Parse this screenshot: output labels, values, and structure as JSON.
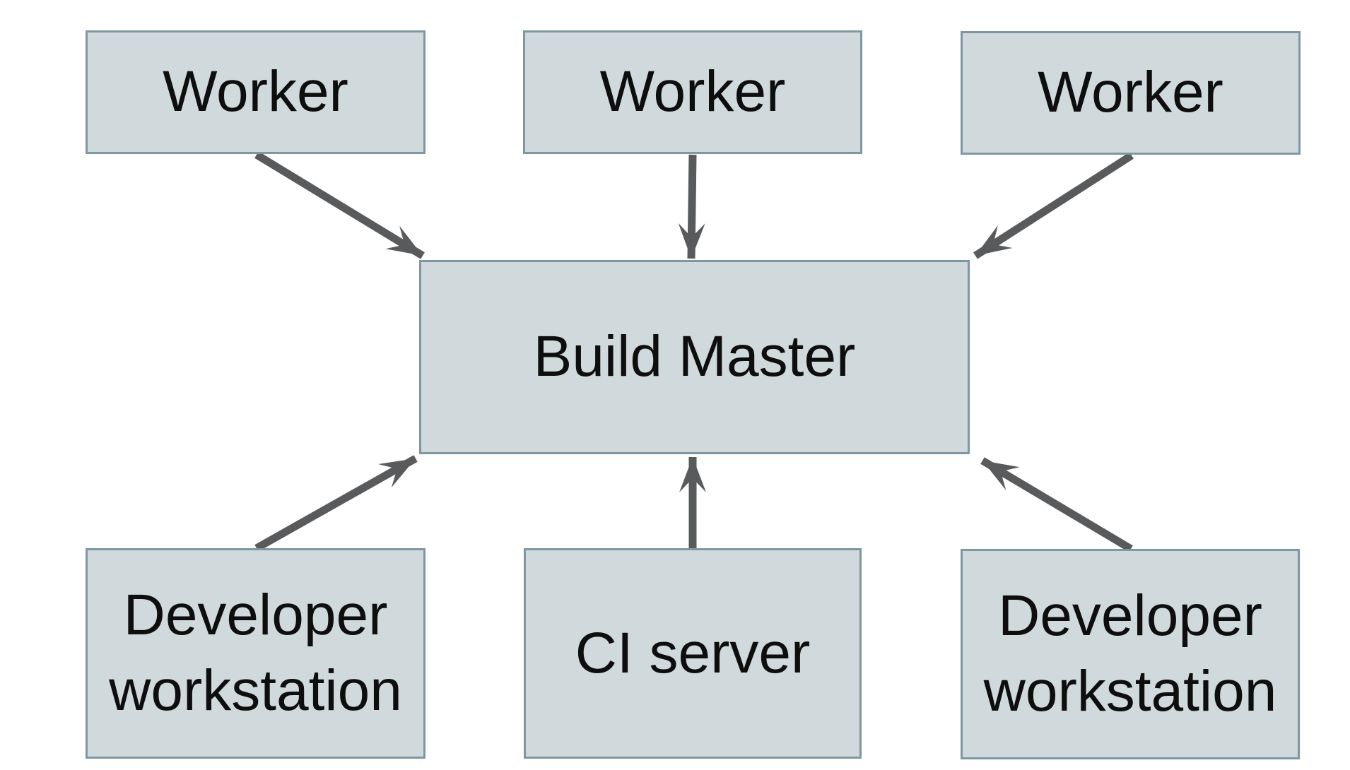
{
  "diagram": {
    "type": "architecture-diagram",
    "colors": {
      "page_bg": "#ffffff",
      "node_fill": "#d0d9db",
      "node_border": "#7e98a2",
      "arrow_color": "#595a5c",
      "text_color": "#0e0e0e"
    },
    "nodes": [
      {
        "id": "worker-1",
        "label": "Worker"
      },
      {
        "id": "worker-2",
        "label": "Worker"
      },
      {
        "id": "worker-3",
        "label": "Worker"
      },
      {
        "id": "build-master",
        "label": "Build Master"
      },
      {
        "id": "developer-workstation-1",
        "label": "Developer workstation"
      },
      {
        "id": "ci-server",
        "label": "CI server"
      },
      {
        "id": "developer-workstation-2",
        "label": "Developer workstation"
      }
    ],
    "edges": [
      {
        "from": "worker-1",
        "to": "build-master",
        "style": "solid-arrow"
      },
      {
        "from": "worker-2",
        "to": "build-master",
        "style": "solid-arrow"
      },
      {
        "from": "worker-3",
        "to": "build-master",
        "style": "solid-arrow"
      },
      {
        "from": "developer-workstation-1",
        "to": "build-master",
        "style": "solid-arrow"
      },
      {
        "from": "ci-server",
        "to": "build-master",
        "style": "solid-arrow"
      },
      {
        "from": "developer-workstation-2",
        "to": "build-master",
        "style": "solid-arrow"
      }
    ]
  }
}
